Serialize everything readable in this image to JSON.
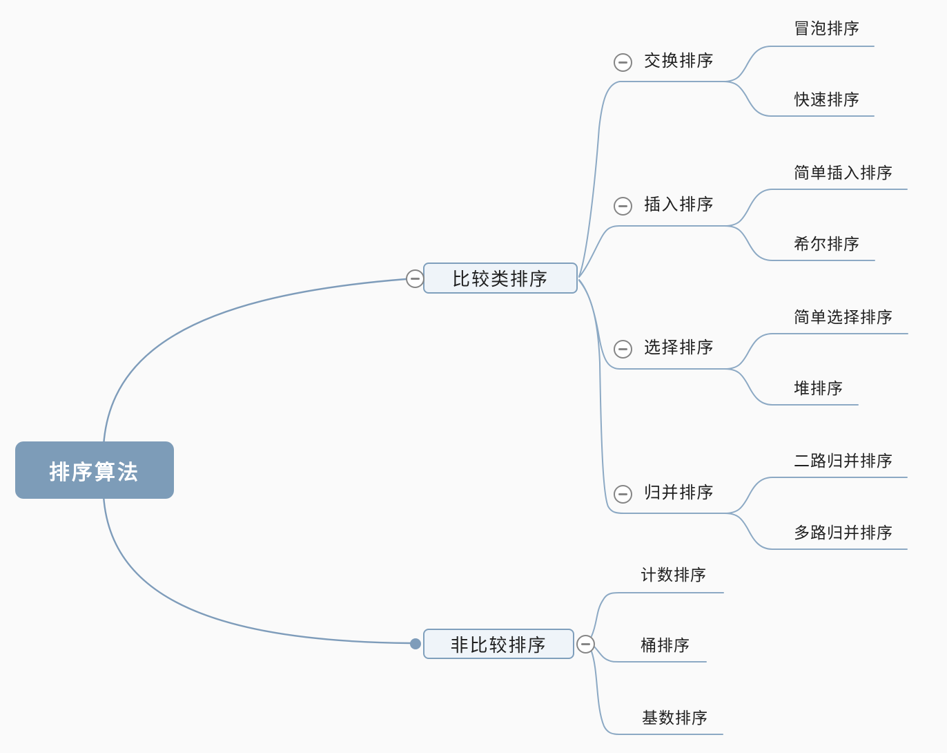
{
  "diagram": {
    "type": "mindmap",
    "direction": "right"
  },
  "root": {
    "label": "排序算法"
  },
  "branches": [
    {
      "label": "比较类排序",
      "children": [
        {
          "label": "交换排序",
          "children": [
            {
              "label": "冒泡排序"
            },
            {
              "label": "快速排序"
            }
          ]
        },
        {
          "label": "插入排序",
          "children": [
            {
              "label": "简单插入排序"
            },
            {
              "label": "希尔排序"
            }
          ]
        },
        {
          "label": "选择排序",
          "children": [
            {
              "label": "简单选择排序"
            },
            {
              "label": "堆排序"
            }
          ]
        },
        {
          "label": "归并排序",
          "children": [
            {
              "label": "二路归并排序"
            },
            {
              "label": "多路归并排序"
            }
          ]
        }
      ]
    },
    {
      "label": "非比较排序",
      "children": [
        {
          "label": "计数排序"
        },
        {
          "label": "桶排序"
        },
        {
          "label": "基数排序"
        }
      ]
    }
  ],
  "icons": {
    "collapse": "minus-circle-icon",
    "branch_point": "dot-icon"
  },
  "colors": {
    "background": "#fafafa",
    "line": "#8ca9c4",
    "root_arc": "#7e9cba",
    "root_fill": "#7d9cb8",
    "root_text": "#ffffff",
    "node_fill": "#eff4f9",
    "node_border": "#7f9fbc",
    "text": "#1f1f1f",
    "icon_gray": "#858585"
  }
}
